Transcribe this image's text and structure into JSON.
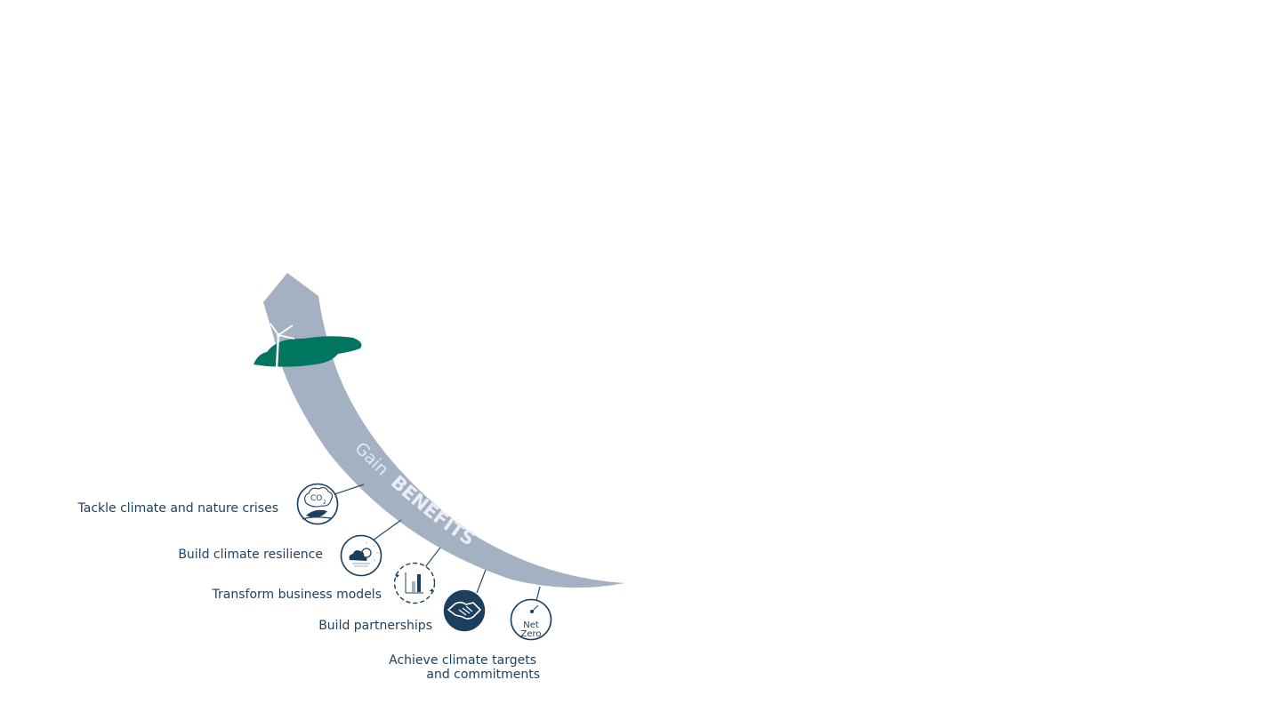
{
  "arrow": {
    "gain_text": "Gain",
    "benefits_text": "BENEFITS",
    "fill_color": "#a3b1c2",
    "island_color": "#00755f"
  },
  "benefits": [
    {
      "id": "climate-nature",
      "label": "Tackle climate and nature crises",
      "icon": "co2-leaf-icon"
    },
    {
      "id": "resilience",
      "label": "Build climate resilience",
      "icon": "cloud-sun-icon"
    },
    {
      "id": "business-models",
      "label": "Transform business models",
      "icon": "bar-chart-cycle-icon"
    },
    {
      "id": "partnerships",
      "label": "Build partnerships",
      "icon": "handshake-icon"
    },
    {
      "id": "targets",
      "label_line1": "Achieve climate targets",
      "label_line2": "and commitments",
      "icon": "net-zero-icon",
      "icon_text_1": "Net",
      "icon_text_2": "Zero"
    }
  ],
  "colors": {
    "text": "#1d3f5e",
    "icon_stroke": "#1d3f5e"
  }
}
